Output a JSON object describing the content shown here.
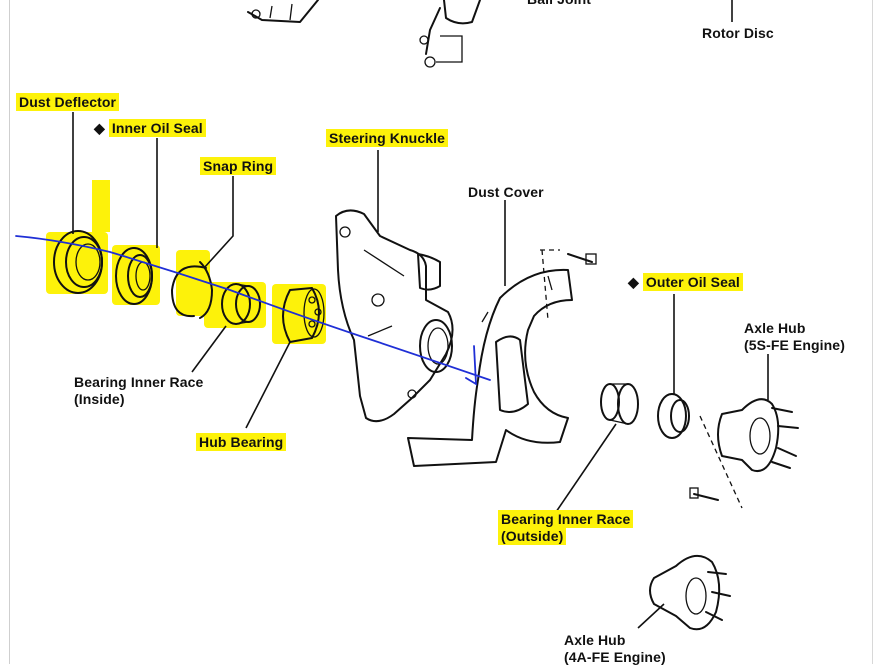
{
  "labels": {
    "ball_joint_partial": "Ball Joint",
    "rotor_disc": "Rotor Disc",
    "dust_deflector": "Dust Deflector",
    "inner_oil_seal_marker": "◆",
    "inner_oil_seal": "Inner Oil Seal",
    "snap_ring": "Snap Ring",
    "steering_knuckle": "Steering Knuckle",
    "dust_cover": "Dust Cover",
    "outer_oil_seal_marker": "◆",
    "outer_oil_seal": "Outer Oil Seal",
    "axle_hub_5s_line1": "Axle Hub",
    "axle_hub_5s_line2": "(5S-FE Engine)",
    "bearing_inner_race_inside_line1": "Bearing Inner Race",
    "bearing_inner_race_inside_line2": "(Inside)",
    "hub_bearing": "Hub Bearing",
    "bearing_inner_race_outside_line1": "Bearing Inner Race",
    "bearing_inner_race_outside_line2": "(Outside)",
    "axle_hub_4a_line1": "Axle Hub",
    "axle_hub_4a_line2": "(4A-FE Engine)"
  },
  "colors": {
    "highlight": "#fdf20a",
    "pen": "#1f2fd6",
    "ink": "#111111"
  }
}
